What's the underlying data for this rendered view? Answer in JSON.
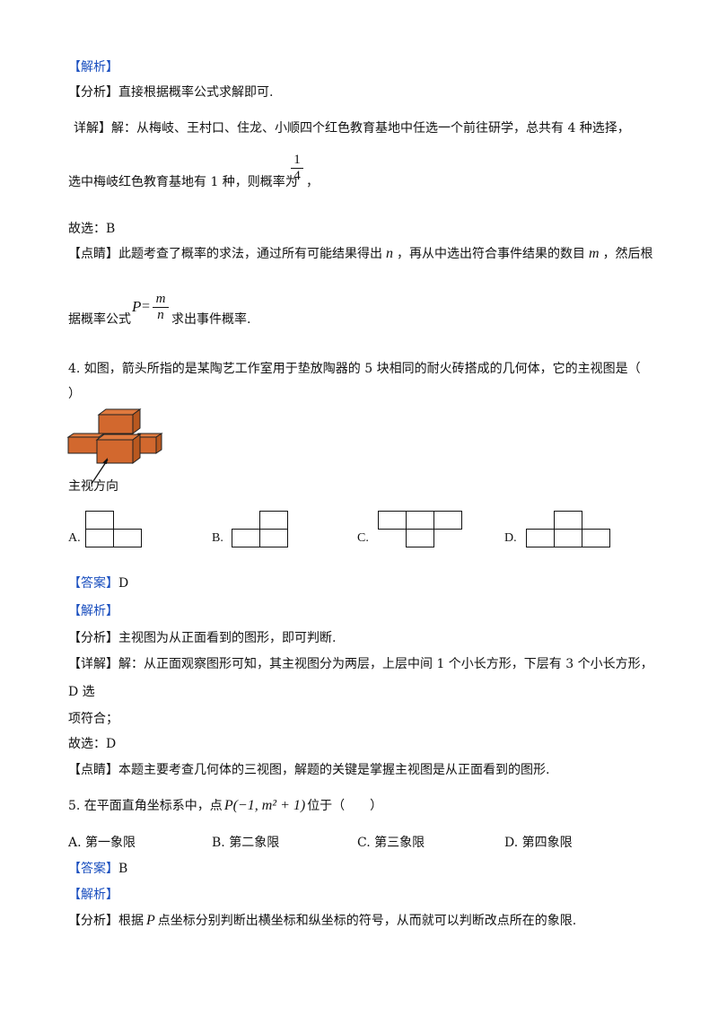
{
  "q3": {
    "jiexi_tag": "【解析】",
    "fenxi_tag": "【分析】",
    "fenxi_text": "直接根据概率公式求解即可.",
    "xiangjie_text": "详解】解：从梅岐、王村口、住龙、小顺四个红色教育基地中任选一个前往研学，总共有 4 种选择，",
    "line2_text": "选中梅岐红色教育基地有 1 种，则概率为",
    "frac_num": "1",
    "frac_den": "4",
    "line2_tail": "，",
    "guxuan": "故选：B",
    "dianjing_tag": "【点睛】",
    "dianjing_a": "此题考查了概率的求法，通过所有可能结果得出",
    "var_n": "n",
    "dianjing_b": "，再从中选出符合事件结果的数目",
    "var_m": "m",
    "dianjing_c": "，然后根",
    "formula_pre": "据概率公式",
    "formula_P": "P",
    "formula_eq": "=",
    "formula_num": "m",
    "formula_den": "n",
    "formula_post": "求出事件概率."
  },
  "q4": {
    "stem_a": "4. 如图，箭头所指的是某陶艺工作室用于垫放陶器的 5 块相同的耐火砖搭成的几何体，它的主视图是（",
    "stem_b": "）",
    "view_label": "主视方向",
    "options": [
      "A.",
      "B.",
      "C.",
      "D."
    ],
    "answer_tag": "【答案】",
    "answer": "D",
    "jiexi_tag": "【解析】",
    "fenxi_tag": "【分析】",
    "fenxi_text": "主视图为从正面看到的图形，即可判断.",
    "xiangjie_tag": "【详解】",
    "xiangjie_text": "解：从正面观察图形可知，其主视图分为两层，上层中间 1 个小长方形，下层有 3 个小长方形，",
    "xiangjie_b": "D 选",
    "xiangjie_c": "项符合；",
    "guxuan": "故选：D",
    "dianjing_tag": "【点睛】",
    "dianjing_text": "本题主要考查几何体的三视图，解题的关键是掌握主视图是从正面看到的图形."
  },
  "q5": {
    "stem_a": "5. 在平面直角坐标系中，点",
    "stem_formula": "P(−1, m² + 1)",
    "stem_b": "位于（　　）",
    "options": [
      "A.  第一象限",
      "B.  第二象限",
      "C.  第三象限",
      "D.  第四象限"
    ],
    "answer_tag": "【答案】",
    "answer": "B",
    "jiexi_tag": "【解析】",
    "fenxi_tag": "【分析】",
    "fenxi_a": "根据",
    "var_P": "P",
    "fenxi_b": "点坐标分别判断出横坐标和纵坐标的符号，从而就可以判断改点所在的象限."
  },
  "colors": {
    "tag_blue": "#1a4fbf",
    "brick": "#d2682e",
    "text": "#111111"
  }
}
